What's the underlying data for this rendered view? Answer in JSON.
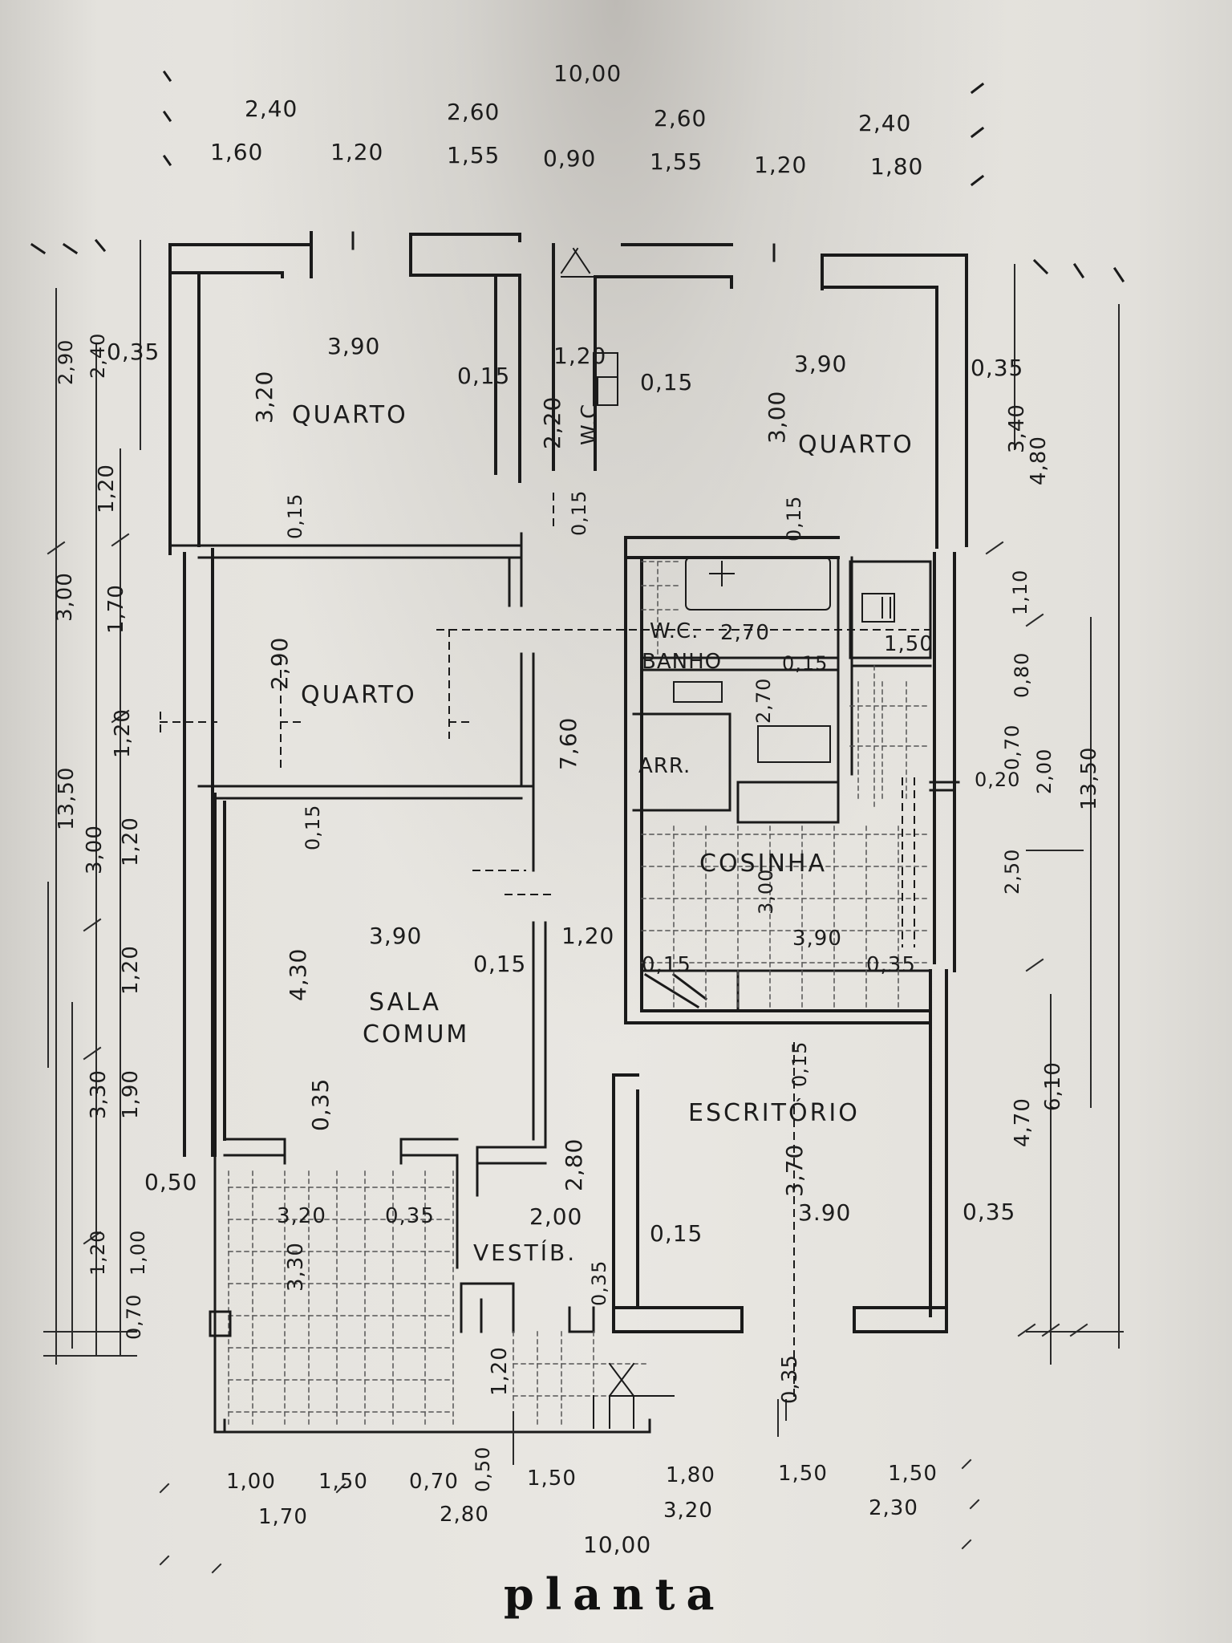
{
  "title": "planta",
  "rooms": {
    "quarto_1": "QUARTO",
    "quarto_2": "QUARTO",
    "quarto_3": "QUARTO",
    "wc_small": "W.C.",
    "wc_banho": "W.C.",
    "banho": "BANHO",
    "arr": "ARR.",
    "cosinha": "COSINHA",
    "sala_line1": "SALA",
    "sala_line2": "COMUM",
    "escritorio": "ESCRITÓRIO",
    "vestib": "VESTÍB."
  },
  "dimensions": {
    "top_total": "10,00",
    "top_row1": [
      "2,40",
      "2,60",
      "2,60",
      "2,40"
    ],
    "top_row2": [
      "1,60",
      "1,20",
      "1,55",
      "0,90",
      "1,55",
      "1,20",
      "1,80"
    ],
    "bottom_row1": [
      "1,00",
      "1,50",
      "0,70",
      "0,50",
      "1,50",
      "1,80",
      "1,50",
      "1,50"
    ],
    "bottom_row2": [
      "1,70",
      "2,80",
      "3,20",
      "2,30"
    ],
    "bottom_total": "10,00",
    "interior": {
      "q1_w": "3,90",
      "q1_h": "3,20",
      "q1_wall": "0,35",
      "q1_inner": "0,15",
      "wc_w": "1,20",
      "wc_h": "2,20",
      "wc_wall": "0,15",
      "q2_w": "3,90",
      "q2_h": "3,00",
      "q2_wall": "0,35",
      "q2_inner": "0,15",
      "q2_inner2": "0,15",
      "q3_h": "2,90",
      "q3_inner": "0,15",
      "banho_w": "2,70",
      "banho_wall": "0,15",
      "banho_h": "2,70",
      "rt_small_w": "1,50",
      "rt_small_h": "1,10",
      "corr_h": "7,60",
      "corr_w": "1,20",
      "sala_w": "3,90",
      "sala_h": "4,30",
      "sala_inner": "0,15",
      "sala_wall": "0,35",
      "sala_inner2": "0,15",
      "cos_w": "3,90",
      "cos_h": "3,00",
      "cos_inner": "0,15",
      "cos_wall": "0,35",
      "esc_w": "3.90",
      "esc_h": "3,70",
      "esc_inner": "0,15",
      "esc_wall": "0,35",
      "esc_wall2": "0,35",
      "vest_w": "2,00",
      "vest_h": "2,80",
      "vest_wall": "0,35",
      "vest_inner": "0,15",
      "vest_door": "1,20",
      "porch_w": "3,20",
      "porch_wall": "0,35",
      "porch_h": "3,30",
      "porch_wall2": "0,50",
      "right_a": "0,70",
      "right_b": "0,80",
      "right_c": "2,00",
      "right_d": "0,20",
      "right_e": "2,50"
    },
    "left": {
      "a": "2,90",
      "b": "2,40",
      "c": "1,20",
      "d": "1,70",
      "e": "3,00",
      "f": "1,20",
      "g": "13,50",
      "h": "3,00",
      "i": "1,20",
      "j": "1,20",
      "k": "3,30",
      "l": "1,90",
      "m": "1,20",
      "n": "0,70",
      "o": "1,00"
    },
    "right": {
      "a": "3,40",
      "b": "4,80",
      "c": "13,50",
      "d": "4,70",
      "e": "6,10"
    }
  }
}
